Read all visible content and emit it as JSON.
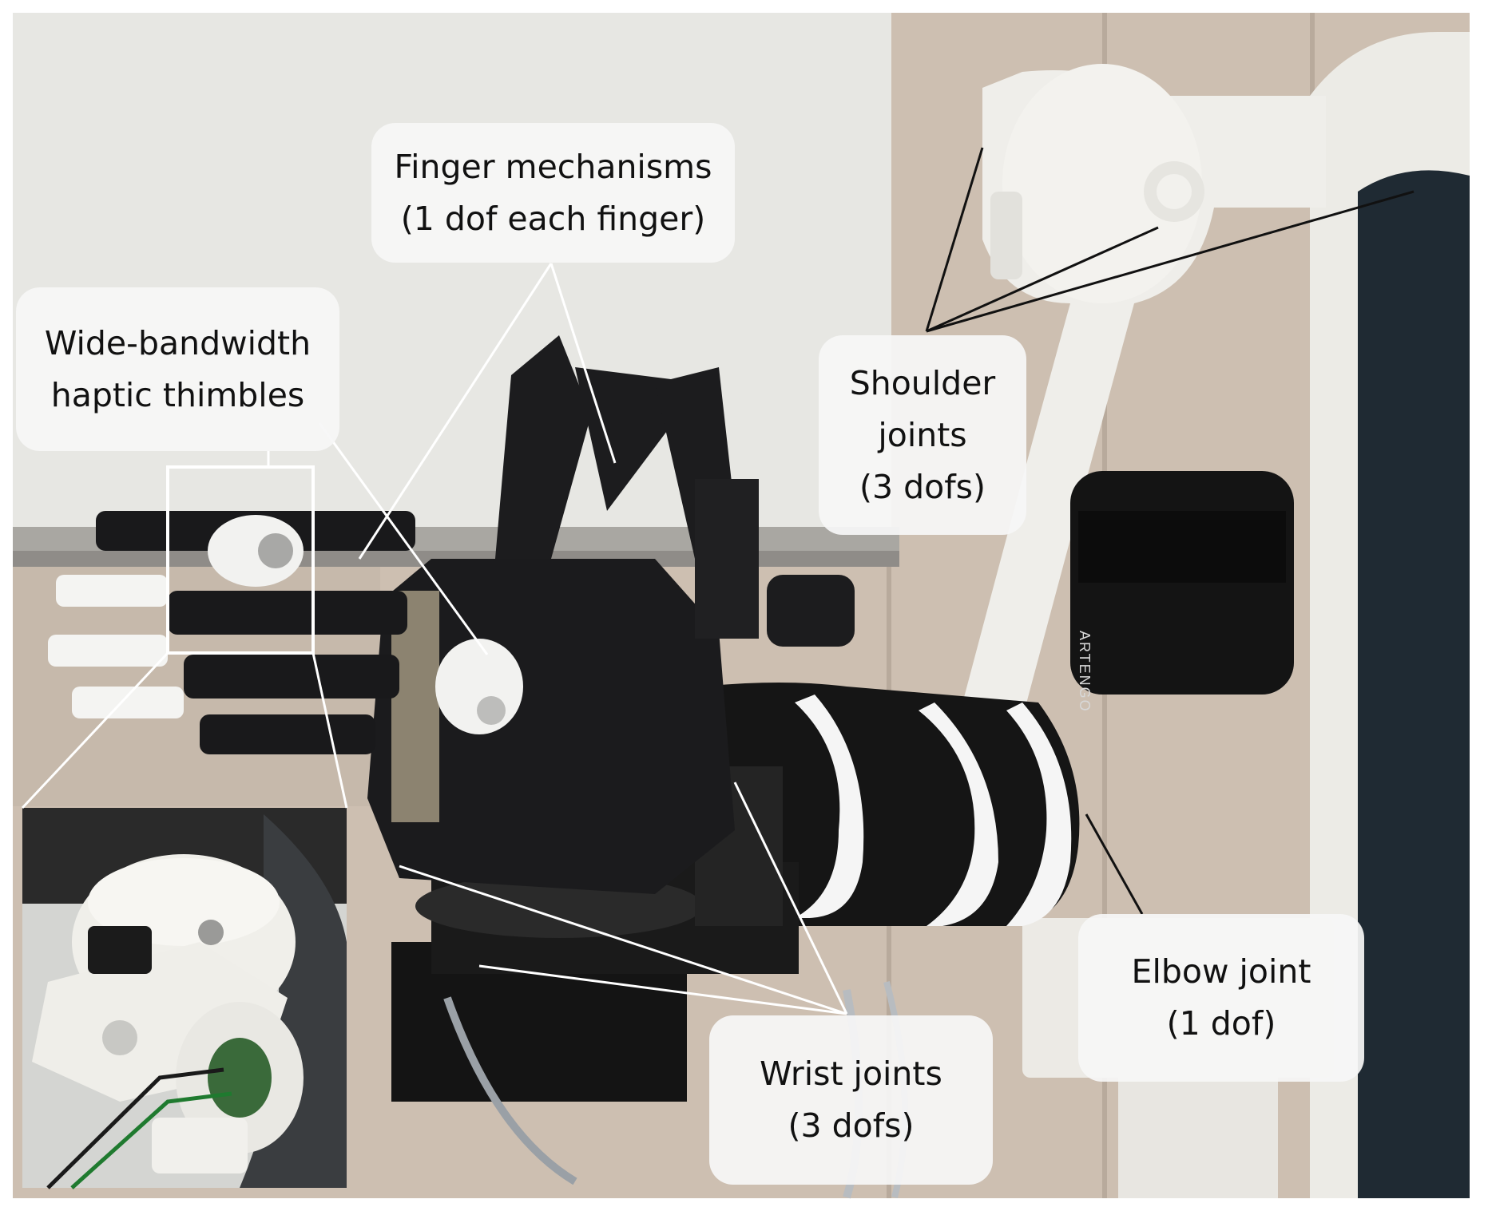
{
  "labels": {
    "finger_mechanisms": {
      "line1": "Finger mechanisms",
      "line2": "(1 dof each finger)"
    },
    "haptic_thimbles": {
      "line1": "Wide-bandwidth",
      "line2": "haptic thimbles"
    },
    "shoulder_joints": {
      "line1": "Shoulder",
      "line2": "joints",
      "line3": "(3 dofs)"
    },
    "elbow_joint": {
      "line1": "Elbow joint",
      "line2": "(1 dof)"
    },
    "wrist_joints": {
      "line1": "Wrist joints",
      "line2": "(3 dofs)"
    }
  },
  "strap_brand": "ARTENGO",
  "colors": {
    "whiteboard": "#e6e6e2",
    "wall_panel": "#cfc3b5",
    "robot_white": "#eeeeea",
    "robot_black": "#1b1b1d",
    "chair_back": "#1f2a33",
    "callout_bg": "#f6f6f6"
  }
}
